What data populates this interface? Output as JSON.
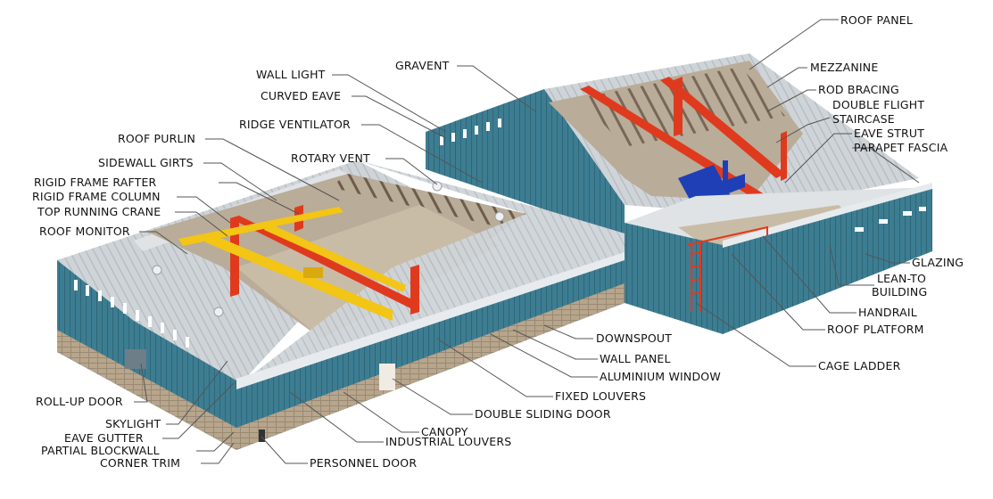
{
  "labels": {
    "roof_panel": "ROOF PANEL",
    "mezzanine": "MEZZANINE",
    "rod_bracing": "ROD BRACING",
    "double_flight": "DOUBLE FLIGHT",
    "staircase": "STAIRCASE",
    "eave_strut": "EAVE STRUT",
    "parapet_fascia": "PARAPET FASCIA",
    "glazing": "GLAZING",
    "lean_to": "LEAN-TO",
    "building": "BUILDING",
    "handrail": "HANDRAIL",
    "roof_platform": "ROOF PLATFORM",
    "cage_ladder": "CAGE LADDER",
    "downspout": "DOWNSPOUT",
    "wall_panel": "WALL PANEL",
    "aluminium_window": "ALUMINIUM WINDOW",
    "fixed_louvers": "FIXED LOUVERS",
    "double_sliding_door": "DOUBLE SLIDING DOOR",
    "canopy": "CANOPY",
    "industrial_louvers": "INDUSTRIAL LOUVERS",
    "personnel_door": "PERSONNEL DOOR",
    "corner_trim": "CORNER TRIM",
    "partial_blockwall": "PARTIAL BLOCKWALL",
    "eave_gutter": "EAVE GUTTER",
    "skylight": "SKYLIGHT",
    "roll_up_door": "ROLL-UP DOOR",
    "gravent": "GRAVENT",
    "wall_light": "WALL LIGHT",
    "curved_eave": "CURVED EAVE",
    "ridge_ventilator": "RIDGE VENTILATOR",
    "roof_purlin": "ROOF PURLIN",
    "rotary_vent": "ROTARY VENT",
    "sidewall_girts": "SIDEWALL GIRTS",
    "rigid_frame_rafter": "RIGID FRAME RAFTER",
    "rigid_frame_column": "RIGID FRAME COLUMN",
    "top_running_crane": "TOP RUNNING CRANE",
    "roof_monitor": "ROOF MONITOR"
  },
  "colors": {
    "wall": "#3d7d92",
    "wall_dark": "#2f6678",
    "roof": "#c9ced3",
    "roof_light": "#dfe3e6",
    "steel_red": "#e03a1e",
    "crane_yellow": "#f3c515",
    "stair_blue": "#1f3fb6",
    "interior_floor": "#b9ac98",
    "blockwall": "#b7a58c",
    "leader_line": "#555555"
  }
}
